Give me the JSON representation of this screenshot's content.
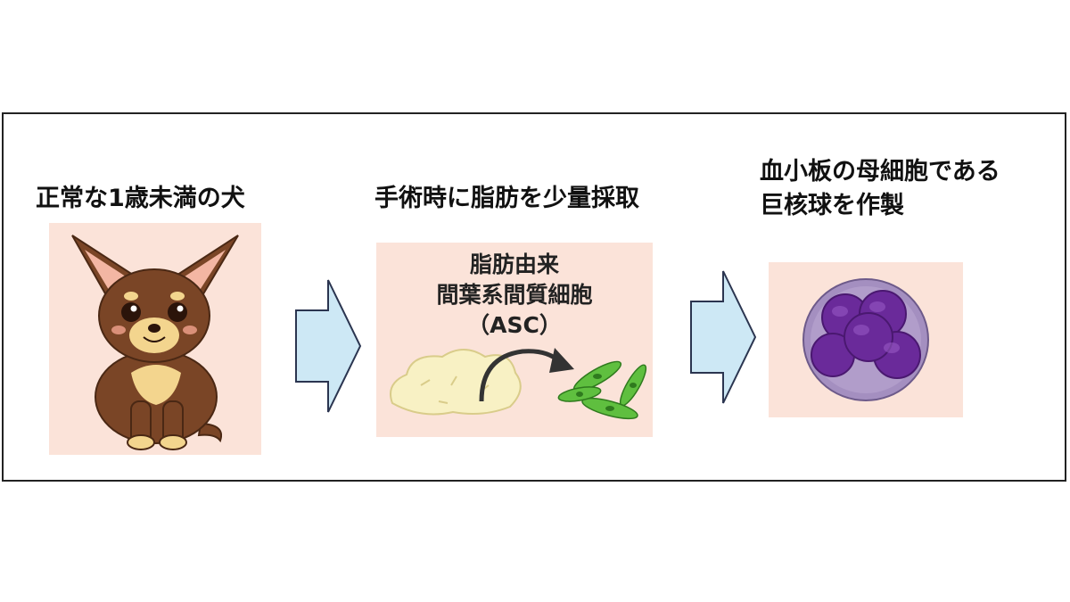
{
  "steps": [
    {
      "title": "正常な1歳未満の犬",
      "image": "chihuahua-puppy"
    },
    {
      "title": "手術時に脂肪を少量採取",
      "image": "fat-tissue-to-cells",
      "panel_lines": [
        "脂肪由来",
        "間葉系間質細胞",
        "（ASC）"
      ]
    },
    {
      "title_lines": [
        "血小板の母細胞である",
        "巨核球を作製"
      ],
      "image": "megakaryocyte-cell"
    }
  ],
  "arrows": [
    "arrow-right-icon",
    "arrow-right-icon"
  ],
  "colors": {
    "panel_bg": "#fbe3d9",
    "arrow_fill": "#cde8f5",
    "arrow_stroke": "#2b3550",
    "dog_brown": "#7a4526",
    "dog_tan": "#f3d58e",
    "cell_green": "#5fbf3f",
    "fat_yellow": "#f8f1c4",
    "cell_purple": "#6a2a9a",
    "cell_outer": "#a48fc0"
  }
}
